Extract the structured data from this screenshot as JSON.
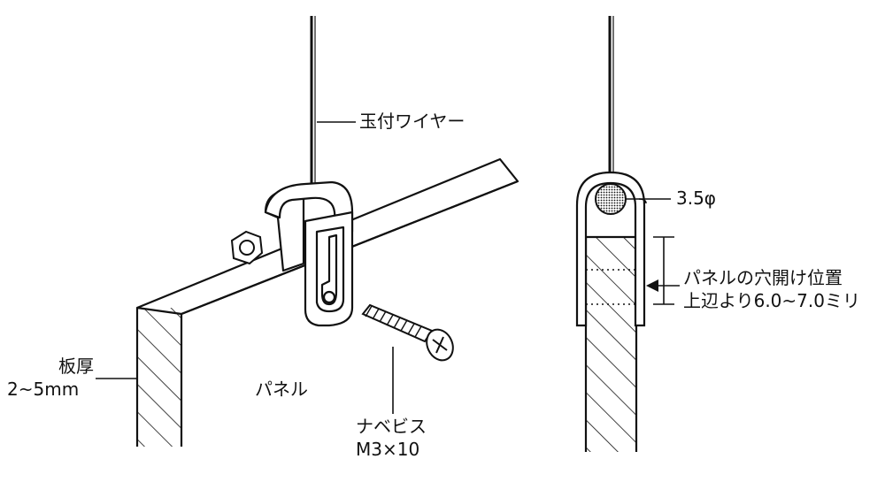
{
  "labels": {
    "wire": "玉付ワイヤー",
    "thickness_line1": "板厚",
    "thickness_line2": "2~5mm",
    "panel": "パネル",
    "screw_line1": "ナベビス",
    "screw_line2": "M3×10",
    "diameter": "3.5φ",
    "hole_line1": "パネルの穴開け位置",
    "hole_line2": "上辺より6.0~7.0ミリ"
  }
}
